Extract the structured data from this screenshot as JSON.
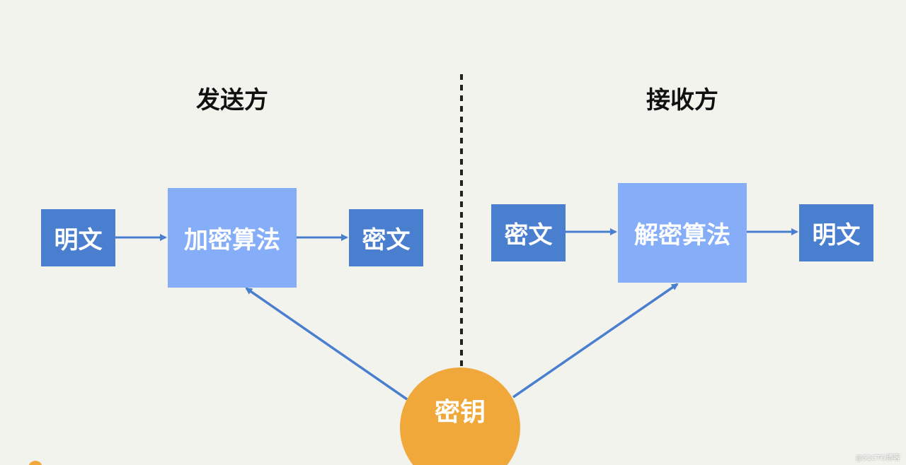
{
  "sender": {
    "title": "发送方",
    "plaintext": "明文",
    "algorithm": "加密算法",
    "ciphertext": "密文"
  },
  "receiver": {
    "title": "接收方",
    "ciphertext": "密文",
    "algorithm": "解密算法",
    "plaintext": "明文"
  },
  "key": {
    "label": "密钥"
  },
  "watermark": "@51CTO博客",
  "colors": {
    "background": "#f3f3ee",
    "box_dark": "#4a7fd0",
    "box_light": "#86aef8",
    "arrow": "#4a7fd0",
    "key": "#f1a83a",
    "divider": "#222222"
  }
}
